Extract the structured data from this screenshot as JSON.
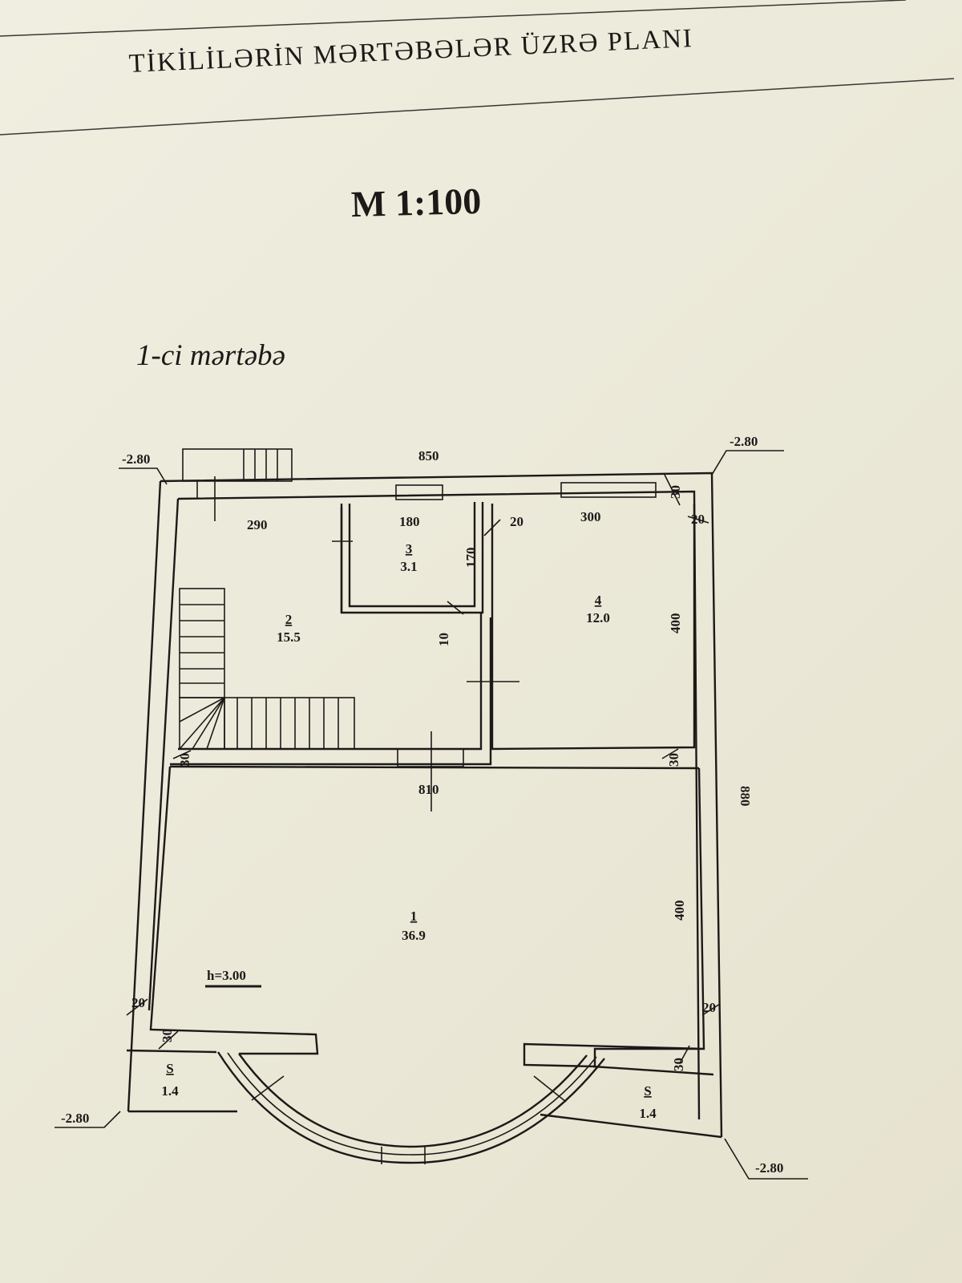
{
  "header": {
    "title": "TİKİLİLƏRİN MƏRTƏBƏLƏR ÜZRƏ PLANI",
    "scale": "M 1:100",
    "floor_label": "1-ci mərtəbə"
  },
  "plan": {
    "elevations": [
      "-2.80",
      "-2.80",
      "-2.80",
      "-2.80"
    ],
    "height_label": "h=3.00",
    "dimensions": {
      "top_total": "850",
      "right_total": "880",
      "room2_width": "290",
      "room3_width": "180",
      "room3_depth": "170",
      "room4_width": "300",
      "room4_depth": "400",
      "room1_width": "810",
      "room1_depth": "400",
      "partition_10": "10",
      "wall_20": "20",
      "wall_30": "30"
    },
    "rooms": [
      {
        "number": "1",
        "area": "36.9"
      },
      {
        "number": "2",
        "area": "15.5"
      },
      {
        "number": "3",
        "area": "3.1"
      },
      {
        "number": "4",
        "area": "12.0"
      }
    ],
    "side_areas": [
      {
        "label": "S",
        "area": "1.4"
      },
      {
        "label": "S",
        "area": "1.4"
      }
    ]
  }
}
